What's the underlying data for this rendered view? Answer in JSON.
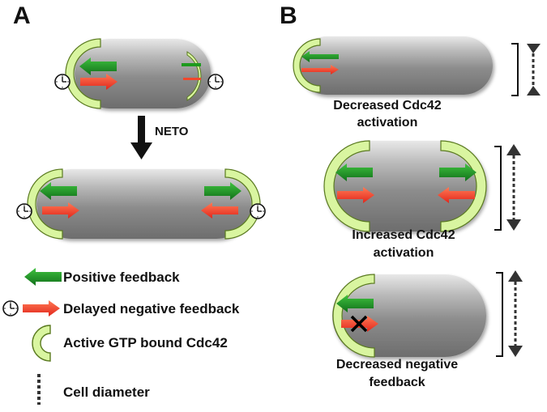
{
  "panels": {
    "a_label": "A",
    "b_label": "B"
  },
  "arrow_label": "NETO",
  "legend": {
    "positive_feedback": "Positive feedback",
    "delayed_negative_feedback": "Delayed negative feedback",
    "active_cdc42": "Active GTP bound Cdc42",
    "cell_diameter": "Cell diameter"
  },
  "captions": {
    "b1_line1": "Decreased Cdc42",
    "b1_line2": "activation",
    "b2_line1": "Increased Cdc42",
    "b2_line2": "activation",
    "b3_line1": "Decreased negative",
    "b3_line2": "feedback"
  },
  "colors": {
    "positive_arrow": "#1e9a1e",
    "negative_arrow": "#f0482c",
    "cdc42_cap": "#d9f5a0",
    "cell": "#9a9a9a",
    "dark_arrow": "#333333"
  }
}
